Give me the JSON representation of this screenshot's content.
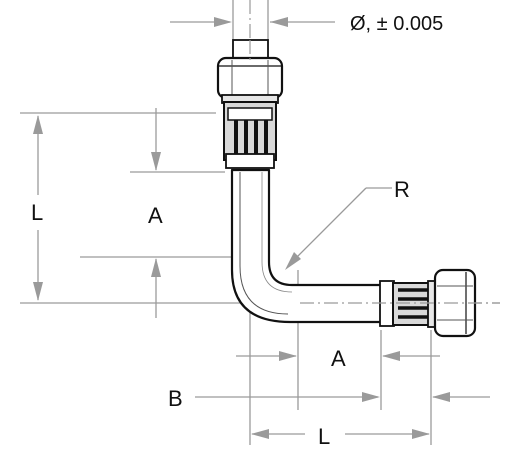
{
  "labels": {
    "tolerance": "Ø, ± 0.005",
    "l_vertical": "L",
    "a_vertical": "A",
    "radius": "R",
    "a_horizontal": "A",
    "b": "B",
    "l_horizontal": "L"
  },
  "colors": {
    "outline": "#111111",
    "dimension_lines": "#9a9a9a",
    "tube_fill": "#ffffff",
    "fitting_shade": "#d9d9d9"
  }
}
